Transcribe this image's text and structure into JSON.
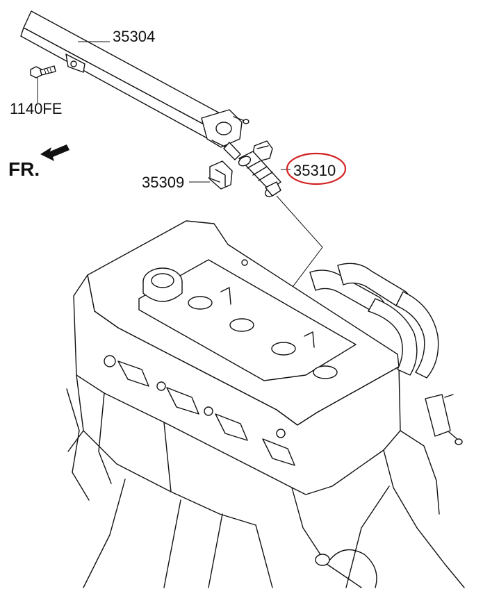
{
  "diagram": {
    "direction_label": "FR.",
    "callouts": {
      "fuel_rail": "35304",
      "bolt": "1140FE",
      "clip": "35309",
      "injector": "35310"
    },
    "highlight_color": "#d32020"
  }
}
